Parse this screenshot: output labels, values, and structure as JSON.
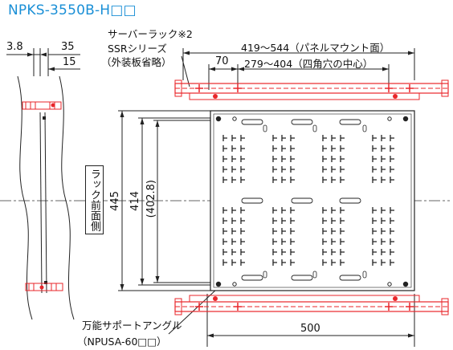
{
  "title": "NPKS-3550B-H□□",
  "labels": {
    "rack_name": "サーバーラック※2",
    "rack_series": "SSRシリーズ",
    "rack_note": "（外装板省略）",
    "rack_front": "ラック前面側",
    "bracket_name": "万能サポートアングル",
    "bracket_model": "（NPUSA-60□□）"
  },
  "dimensions": {
    "d_3_8": "3.8",
    "d_35": "35",
    "d_15": "15",
    "d_panel": "419～544（パネルマウント面）",
    "d_70": "70",
    "d_center": "279～404（四角穴の中心）",
    "d_445": "445",
    "d_414": "414",
    "d_402_8": "(402.8)",
    "d_500": "500"
  },
  "colors": {
    "red": "#e8262a",
    "line": "#222222",
    "title": "#1a8fd6"
  }
}
